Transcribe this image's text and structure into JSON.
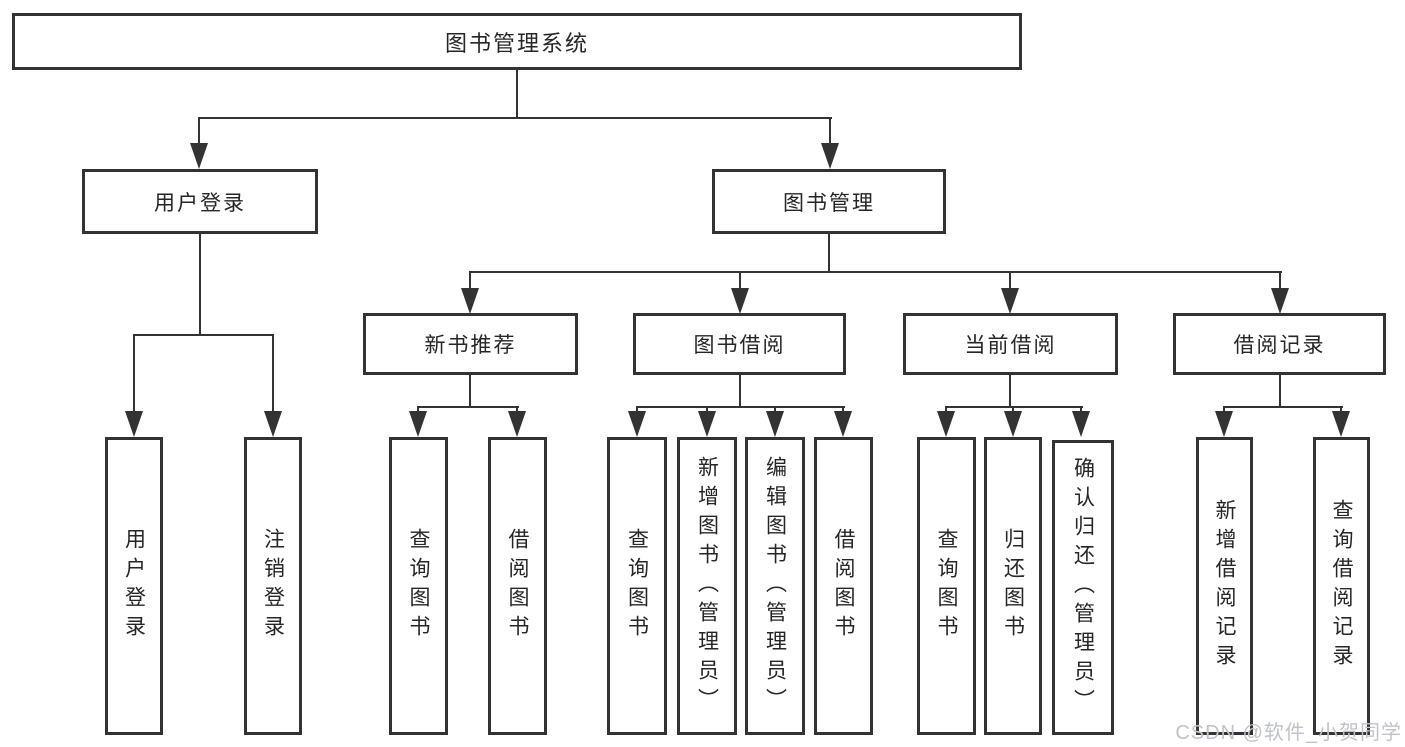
{
  "nodes": {
    "root": "图书管理系统",
    "user_login": "用户登录",
    "book_management": "图书管理",
    "new_book_recommend": "新书推荐",
    "book_borrowing": "图书借阅",
    "current_borrowing": "当前借阅",
    "borrowing_records": "借阅记录",
    "leaves": {
      "user_login": [
        "用户登录",
        "注销登录"
      ],
      "new_book_recommend": [
        "查询图书",
        "借阅图书"
      ],
      "book_borrowing": [
        "查询图书",
        "新增图书（管理员）",
        "编辑图书（管理员）",
        "借阅图书"
      ],
      "current_borrowing": [
        "查询图书",
        "归还图书",
        "确认归还（管理员）"
      ],
      "borrowing_records": [
        "新增借阅记录",
        "查询借阅记录"
      ]
    }
  },
  "watermark": {
    "text": "CSDN @软件_小贺同学",
    "color": "#c0c3c9"
  },
  "colors": {
    "line": "#333333",
    "box_border": "#333333",
    "text": "#262626",
    "background": "#ffffff"
  }
}
